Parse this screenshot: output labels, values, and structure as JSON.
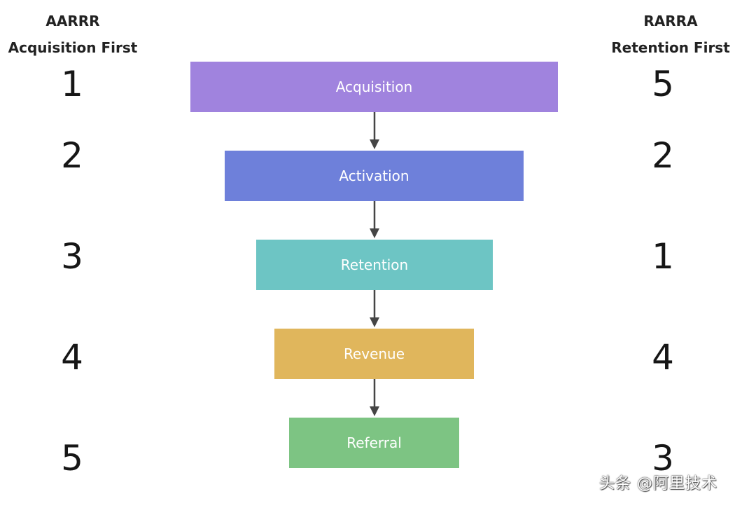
{
  "left_column": {
    "title_line1": "AARRR",
    "title_line2": "Acquisition First",
    "ranks": [
      "1",
      "2",
      "3",
      "4",
      "5"
    ]
  },
  "right_column": {
    "title_line1": "RARRA",
    "title_line2": "Retention First",
    "ranks": [
      "5",
      "2",
      "1",
      "4",
      "3"
    ]
  },
  "stages": [
    {
      "label": "Acquisition",
      "color": "#a083de"
    },
    {
      "label": "Activation",
      "color": "#6e80da"
    },
    {
      "label": "Retention",
      "color": "#6dc5c4"
    },
    {
      "label": "Revenue",
      "color": "#e0b65c"
    },
    {
      "label": "Referral",
      "color": "#7dc483"
    }
  ],
  "arrow_color": "#454545",
  "watermark": "头条 @阿里技术"
}
